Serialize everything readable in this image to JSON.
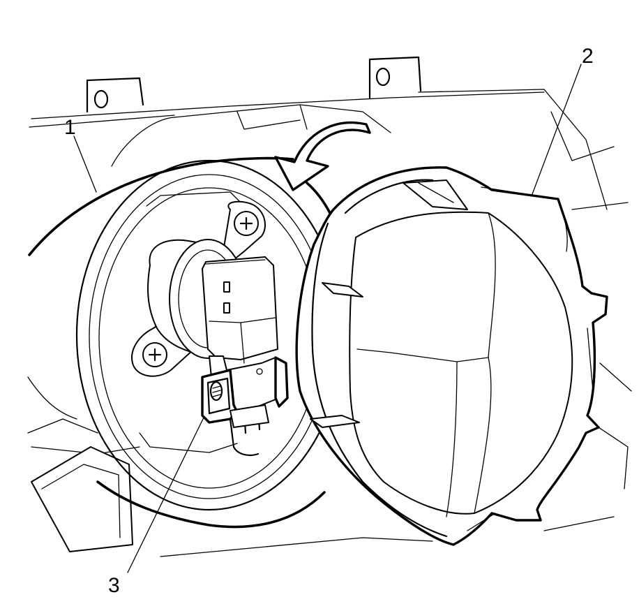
{
  "callouts": [
    {
      "label": "1"
    },
    {
      "label": "2"
    },
    {
      "label": "3"
    }
  ],
  "colors": {
    "line": "#000000",
    "background": "#ffffff"
  },
  "icons": {
    "arrow": "curved-rotation-arrow-icon",
    "screw": "phillips-screw-icon"
  }
}
